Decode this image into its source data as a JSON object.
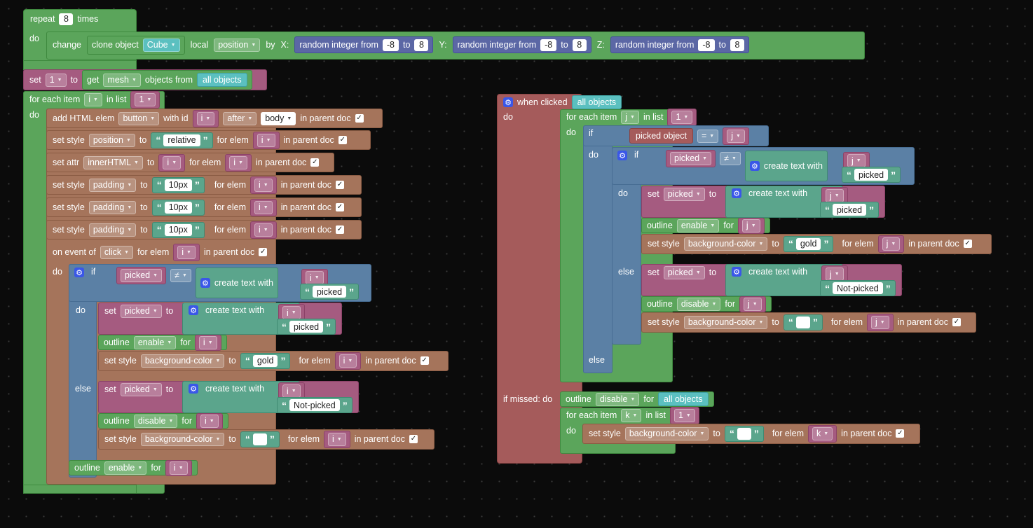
{
  "repeat": {
    "label": "repeat",
    "count": "8",
    "times": "times",
    "do": "do"
  },
  "change_stmt": {
    "change": "change",
    "clone_object": "clone object",
    "cube": "Cube",
    "local": "local",
    "position": "position",
    "by": "by",
    "x": "X:",
    "y": "Y:",
    "z": "Z:",
    "random_int": "random integer from",
    "to": "to",
    "from_val": "-8",
    "to_val": "8"
  },
  "set_list": {
    "set": "set",
    "var": "1",
    "to": "to",
    "get": "get",
    "mesh": "mesh",
    "objects_from": "objects from",
    "all_objects": "all objects"
  },
  "for_each_i": {
    "label": "for each item",
    "var": "i",
    "in_list": "in list",
    "list": "1",
    "do": "do"
  },
  "left_rows": {
    "add_html": {
      "label": "add HTML elem",
      "tag": "button",
      "with_id": "with id",
      "id": "i",
      "after": "after",
      "target": "body",
      "in_parent": "in parent doc"
    },
    "style_pos": {
      "label": "set style",
      "prop": "position",
      "to": "to",
      "value": "relative",
      "for_elem": "for elem",
      "elem": "i",
      "in_parent": "in parent doc"
    },
    "attr_inner": {
      "label": "set attr",
      "prop": "innerHTML",
      "to": "to",
      "value": "i",
      "for_elem": "for elem",
      "elem": "i",
      "in_parent": "in parent doc"
    },
    "style_pad": {
      "label": "set style",
      "prop": "padding",
      "to": "to",
      "value": "10px",
      "for_elem": "for elem",
      "elem": "i",
      "in_parent": "in parent doc"
    },
    "on_event": {
      "label": "on event of",
      "event": "click",
      "for_elem": "for elem",
      "elem": "i",
      "in_parent": "in parent doc",
      "do": "do"
    }
  },
  "logic": {
    "if": "if",
    "do": "do",
    "else": "else",
    "picked": "picked",
    "neq": "≠",
    "eq": "=",
    "create_text": "create text with",
    "set": "set",
    "to": "to",
    "outline": "outline",
    "enable": "enable",
    "disable": "disable",
    "for": "for",
    "set_style": "set style",
    "bg_color": "background-color",
    "gold": "gold",
    "not_picked": "Not-picked",
    "for_elem": "for elem",
    "in_parent": "in parent doc",
    "picked_object": "picked object"
  },
  "right": {
    "when_clicked": "when clicked",
    "all_objects": "all objects",
    "do": "do",
    "for_each": "for each item",
    "var_j": "j",
    "var_k": "k",
    "in_list": "in list",
    "list": "1",
    "if_missed": "if missed: do"
  },
  "colors": {
    "loop": "#5ba55b",
    "logic": "#5b80a5",
    "html": "#a5745b",
    "event": "#a55b5b",
    "var": "#a55b80",
    "text": "#5ba58c"
  }
}
